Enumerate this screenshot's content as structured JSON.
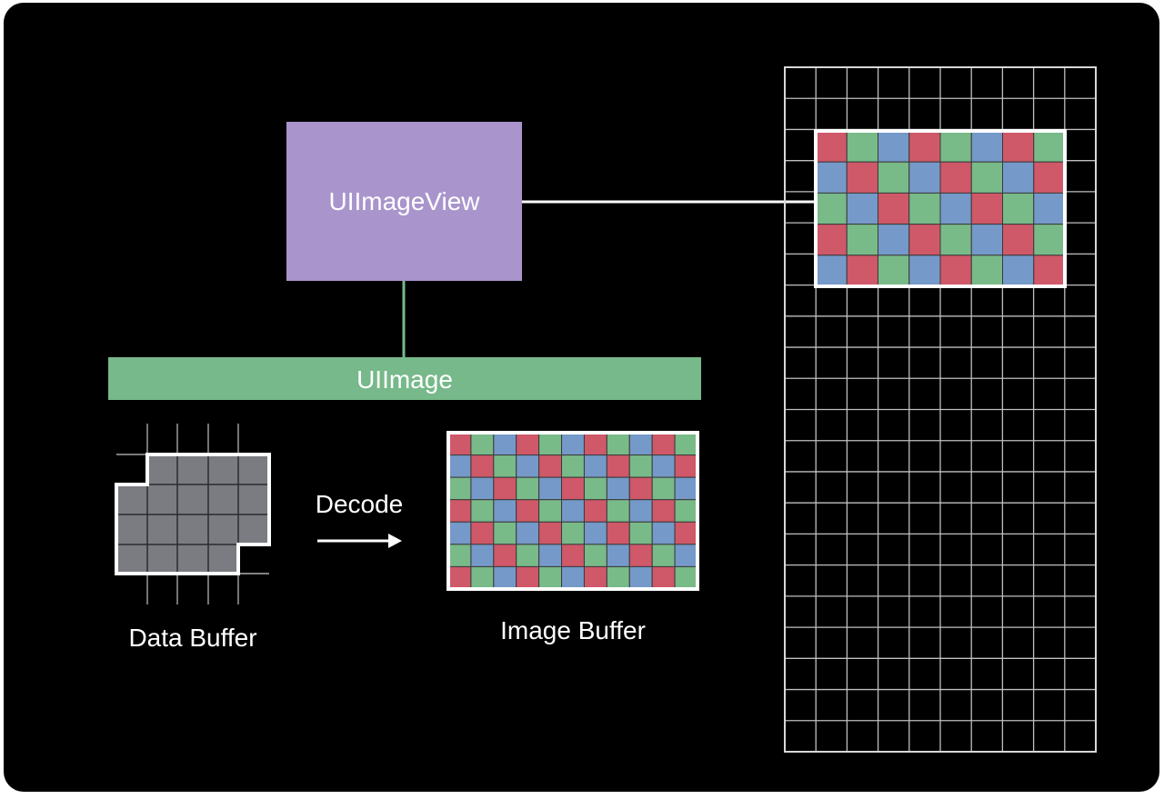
{
  "colors": {
    "background": "#000000",
    "image_view_fill": "#a995cc",
    "image_fill": "#77b98a",
    "connector_green": "#77b98a",
    "connector_white": "#ffffff",
    "data_buffer_fill": "#7a7c82",
    "data_buffer_grid": "#2a2b2e",
    "pixel_red": "#cf5869",
    "pixel_green": "#79ba89",
    "pixel_blue": "#7599c8",
    "frame_grid": "#bfbfbf",
    "text": "#ffffff"
  },
  "labels": {
    "image_view": "UIImageView",
    "image": "UIImage",
    "decode": "Decode",
    "data_buffer": "Data Buffer",
    "image_buffer": "Image Buffer"
  },
  "icons": {
    "decode_arrow": "arrow-right-icon"
  },
  "image_buffer_grid": {
    "columns": 11,
    "rows": 7
  },
  "displayed_image_grid": {
    "columns": 8,
    "rows": 5
  },
  "frame_buffer_grid": {
    "columns": 10,
    "rows": 22
  },
  "data_buffer_grid": {
    "columns": 4,
    "rows": 4
  }
}
